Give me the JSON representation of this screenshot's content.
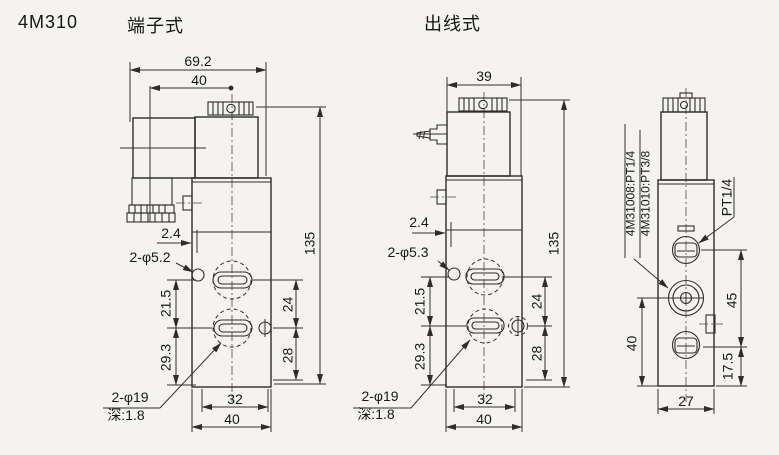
{
  "header": {
    "model": "4M310",
    "type_terminal": "端子式",
    "type_leadwire": "出线式"
  },
  "terminal_view": {
    "dim_overall_width": "69.2",
    "dim_coil_offset": "40",
    "dim_plate": "2.4",
    "mount_holes": "2-φ5.2",
    "dim_hole_to_port": "21.5",
    "dim_port_to_base": "29.3",
    "dim_ports_pitch": "24",
    "dim_port_to_bottom": "28",
    "dim_overall_height": "135",
    "dim_slot_span": "32",
    "dim_base_width": "40",
    "ports_label": "2-φ19",
    "ports_depth": "深:1.8"
  },
  "leadwire_view": {
    "dim_coil_width": "39",
    "dim_plate": "2.4",
    "mount_holes": "2-φ5.3",
    "dim_hole_to_port": "21.5",
    "dim_port_to_base": "29.3",
    "dim_ports_pitch": "24",
    "dim_port_to_bottom": "28",
    "dim_overall_height": "135",
    "dim_slot_span": "32",
    "dim_base_width": "40",
    "ports_label": "2-φ19",
    "ports_depth": "深:1.8"
  },
  "front_view": {
    "model_port_1": "4M31008:PT1/4",
    "model_port_2": "4M31010:PT3/8",
    "top_port_label": "PT1/4",
    "dim_ports_span": "45",
    "dim_bottom_offset": "17.5",
    "dim_port_to_bottom": "40",
    "dim_body_width": "27"
  }
}
